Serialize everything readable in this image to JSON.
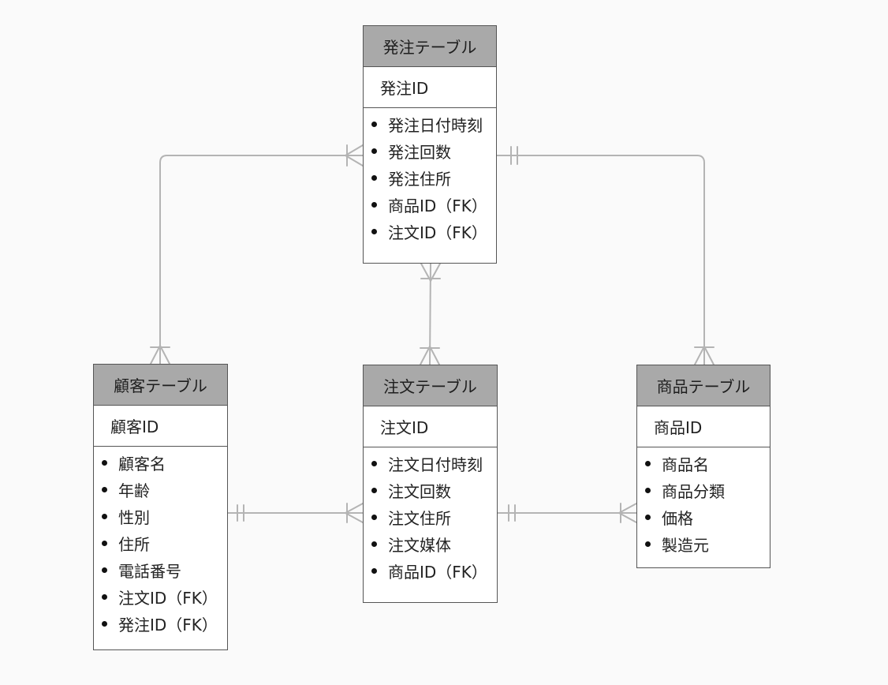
{
  "entities": {
    "hacchu": {
      "title": "発注テーブル",
      "pk": "発注ID",
      "attrs": [
        "発注日付時刻",
        "発注回数",
        "発注住所",
        "商品ID（FK）",
        "注文ID（FK）"
      ]
    },
    "kokyaku": {
      "title": "顧客テーブル",
      "pk": "顧客ID",
      "attrs": [
        "顧客名",
        "年齢",
        "性別",
        "住所",
        "電話番号",
        "注文ID（FK）",
        "発注ID（FK）"
      ]
    },
    "chumon": {
      "title": "注文テーブル",
      "pk": "注文ID",
      "attrs": [
        "注文日付時刻",
        "注文回数",
        "注文住所",
        "注文媒体",
        "商品ID（FK）"
      ]
    },
    "shohin": {
      "title": "商品テーブル",
      "pk": "商品ID",
      "attrs": [
        "商品名",
        "商品分類",
        "価格",
        "製造元"
      ]
    }
  },
  "relationships": [
    {
      "from": "kokyaku",
      "to": "hacchu",
      "from_end": "many",
      "to_end": "many"
    },
    {
      "from": "hacchu",
      "to": "shohin",
      "from_end": "one",
      "to_end": "many"
    },
    {
      "from": "hacchu",
      "to": "chumon",
      "from_end": "many",
      "to_end": "many"
    },
    {
      "from": "kokyaku",
      "to": "chumon",
      "from_end": "one",
      "to_end": "many"
    },
    {
      "from": "chumon",
      "to": "shohin",
      "from_end": "one",
      "to_end": "many"
    }
  ]
}
